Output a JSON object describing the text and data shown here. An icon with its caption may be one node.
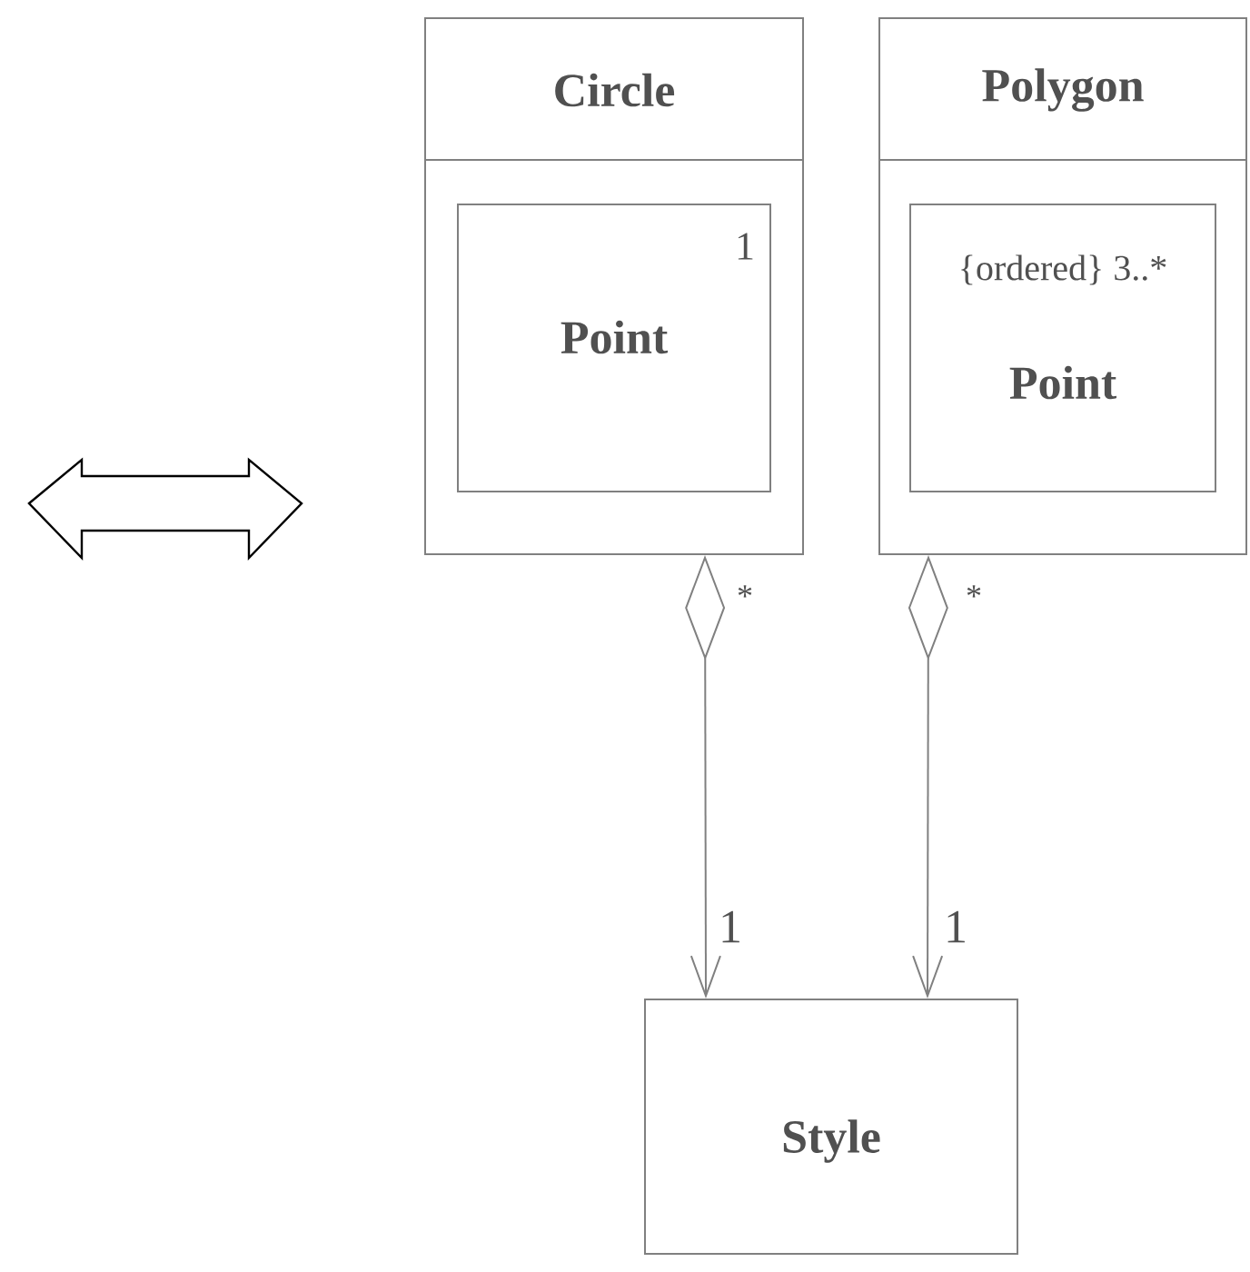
{
  "diagram": {
    "nodes": [
      {
        "text": [
          "Circle"
        ]
      },
      {
        "text": [
          "1",
          "Point"
        ],
        "in": 0
      },
      {
        "text": [
          "Polygon"
        ]
      },
      {
        "text": [
          "{ordered} 3..*",
          "Point"
        ],
        "in": 2
      },
      {
        "text": [
          "Style"
        ]
      }
    ],
    "edges": [
      {
        "from": 0,
        "to": 4,
        "arrow": "to"
      },
      {
        "from": 2,
        "to": 4,
        "arrow": "to"
      }
    ],
    "labels": [
      "*",
      "1",
      "*",
      "1"
    ]
  }
}
